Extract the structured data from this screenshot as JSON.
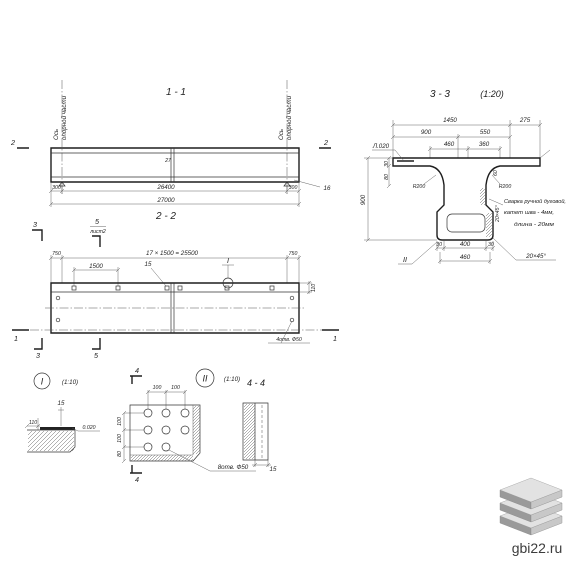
{
  "drawing": {
    "section_1_1": {
      "title": "1 - 1",
      "axis_left_line1": "Ось",
      "axis_left_line2": "опорной части",
      "axis_right_line1": "Ось",
      "axis_right_line2": "опорной части",
      "cut_mark_left": "2",
      "cut_mark_right": "2",
      "joint_label": "27",
      "dim_left": "300",
      "dim_middle": "26400",
      "dim_right": "300",
      "dim_total": "27000",
      "callout": "16"
    },
    "section_2_2": {
      "title": "2 - 2",
      "cut_mark_3_top": "3",
      "cut_mark_5_top": "5",
      "cut_mark_5_sheet": "лист2",
      "cut_mark_3_bottom": "3",
      "cut_mark_5_bottom": "5",
      "cut_mark_1_left": "1",
      "cut_mark_1_right": "1",
      "dim_left": "750",
      "dim_middle": "17 × 1500 = 25500",
      "dim_right": "750",
      "dim_step": "1500",
      "callout_15": "15",
      "detail_ref": "I",
      "dim_edge": "110",
      "holes_note": "4отв. Ф50"
    },
    "section_3_3": {
      "title": "3 - 3",
      "scale": "(1:20)",
      "dim_1450": "1450",
      "dim_275": "275",
      "dim_900": "900",
      "dim_550": "550",
      "dim_460_top": "460",
      "dim_360": "360",
      "plate_mark": "Л.020",
      "dim_30_left": "30",
      "dim_80_left": "80",
      "radius_left": "R200",
      "radius_right": "R200",
      "dim_60_right": "60",
      "dim_height": "900",
      "weld_note": [
        "Сварка ручной дуговой,",
        "катет шва - 4мм,",
        "длина - 20мм"
      ],
      "chamfer_side": "20×45°",
      "detail_ref": "II",
      "dim_30_a": "30",
      "dim_400": "400",
      "dim_30_b": "30",
      "dim_460_bottom": "460",
      "chamfer_bottom": "20×45°"
    },
    "detail_1": {
      "label": "I",
      "scale": "(1:10)",
      "dim_15": "15",
      "dim_110": "110",
      "plate_mark": "0.020"
    },
    "detail_2": {
      "label": "II",
      "scale": "(1:10)",
      "cut_top": "4",
      "cut_bottom": "4",
      "dim_100_a": "100",
      "dim_100_b": "100",
      "vdim_100_a": "100",
      "vdim_100_b": "100",
      "vdim_80": "80",
      "holes_note": "8отв. Ф50"
    },
    "section_4_4": {
      "title": "4 - 4",
      "dim_15": "15"
    }
  },
  "watermark": {
    "text": "gbi22.ru",
    "colors": {
      "top": "#e2e2e2",
      "left": "#9a9a9a",
      "right": "#c8c8c8"
    }
  }
}
